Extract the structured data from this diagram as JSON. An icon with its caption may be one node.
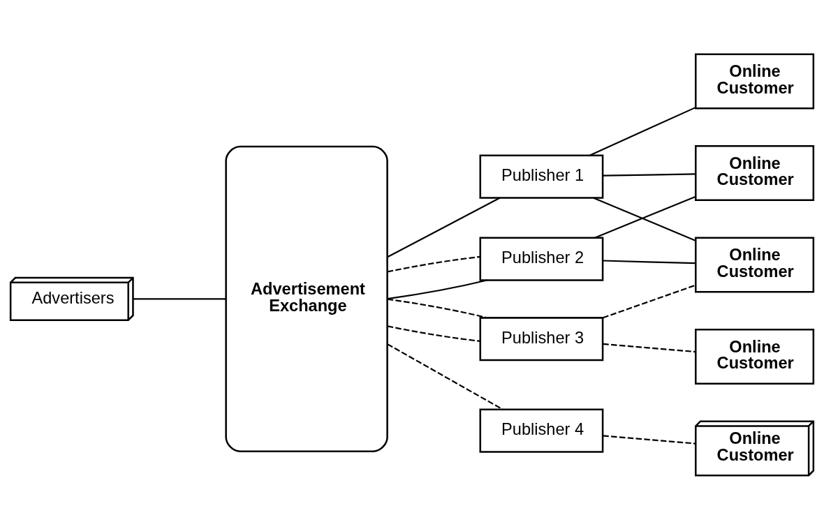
{
  "diagram": {
    "nodes": [
      {
        "text": [
          "Advertisers"
        ]
      },
      {
        "text": [
          "Advertisement Exchange"
        ]
      },
      {
        "text": [
          "Publisher 1"
        ]
      },
      {
        "text": [
          "Publisher 2"
        ]
      },
      {
        "text": [
          "Publisher 3"
        ]
      },
      {
        "text": [
          "Publisher 4"
        ]
      },
      {
        "text": [
          "Online Customer"
        ]
      },
      {
        "text": [
          "Online Customer"
        ]
      },
      {
        "text": [
          "Online Customer"
        ]
      },
      {
        "text": [
          "Online Customer"
        ]
      },
      {
        "text": [
          "Online Customer"
        ]
      }
    ],
    "edges": [
      {
        "from": 0,
        "to": 1,
        "arrow": "none"
      },
      {
        "from": 1,
        "to": 2,
        "arrow": "none"
      },
      {
        "from": 1,
        "to": 3,
        "arrow": "none"
      },
      {
        "from": 1,
        "to": 3,
        "arrow": "none",
        "style": "dashed"
      },
      {
        "from": 1,
        "to": 4,
        "arrow": "none",
        "style": "dashed"
      },
      {
        "from": 1,
        "to": 4,
        "arrow": "none",
        "style": "dashed"
      },
      {
        "from": 1,
        "to": 5,
        "arrow": "none",
        "style": "dashed"
      },
      {
        "from": 2,
        "to": 6,
        "arrow": "none"
      },
      {
        "from": 2,
        "to": 7,
        "arrow": "none"
      },
      {
        "from": 2,
        "to": 8,
        "arrow": "none"
      },
      {
        "from": 3,
        "to": 7,
        "arrow": "none"
      },
      {
        "from": 3,
        "to": 8,
        "arrow": "none"
      },
      {
        "from": 4,
        "to": 8,
        "arrow": "none",
        "style": "dashed"
      },
      {
        "from": 4,
        "to": 9,
        "arrow": "none",
        "style": "dashed"
      },
      {
        "from": 5,
        "to": 10,
        "arrow": "none",
        "style": "dashed"
      }
    ]
  }
}
